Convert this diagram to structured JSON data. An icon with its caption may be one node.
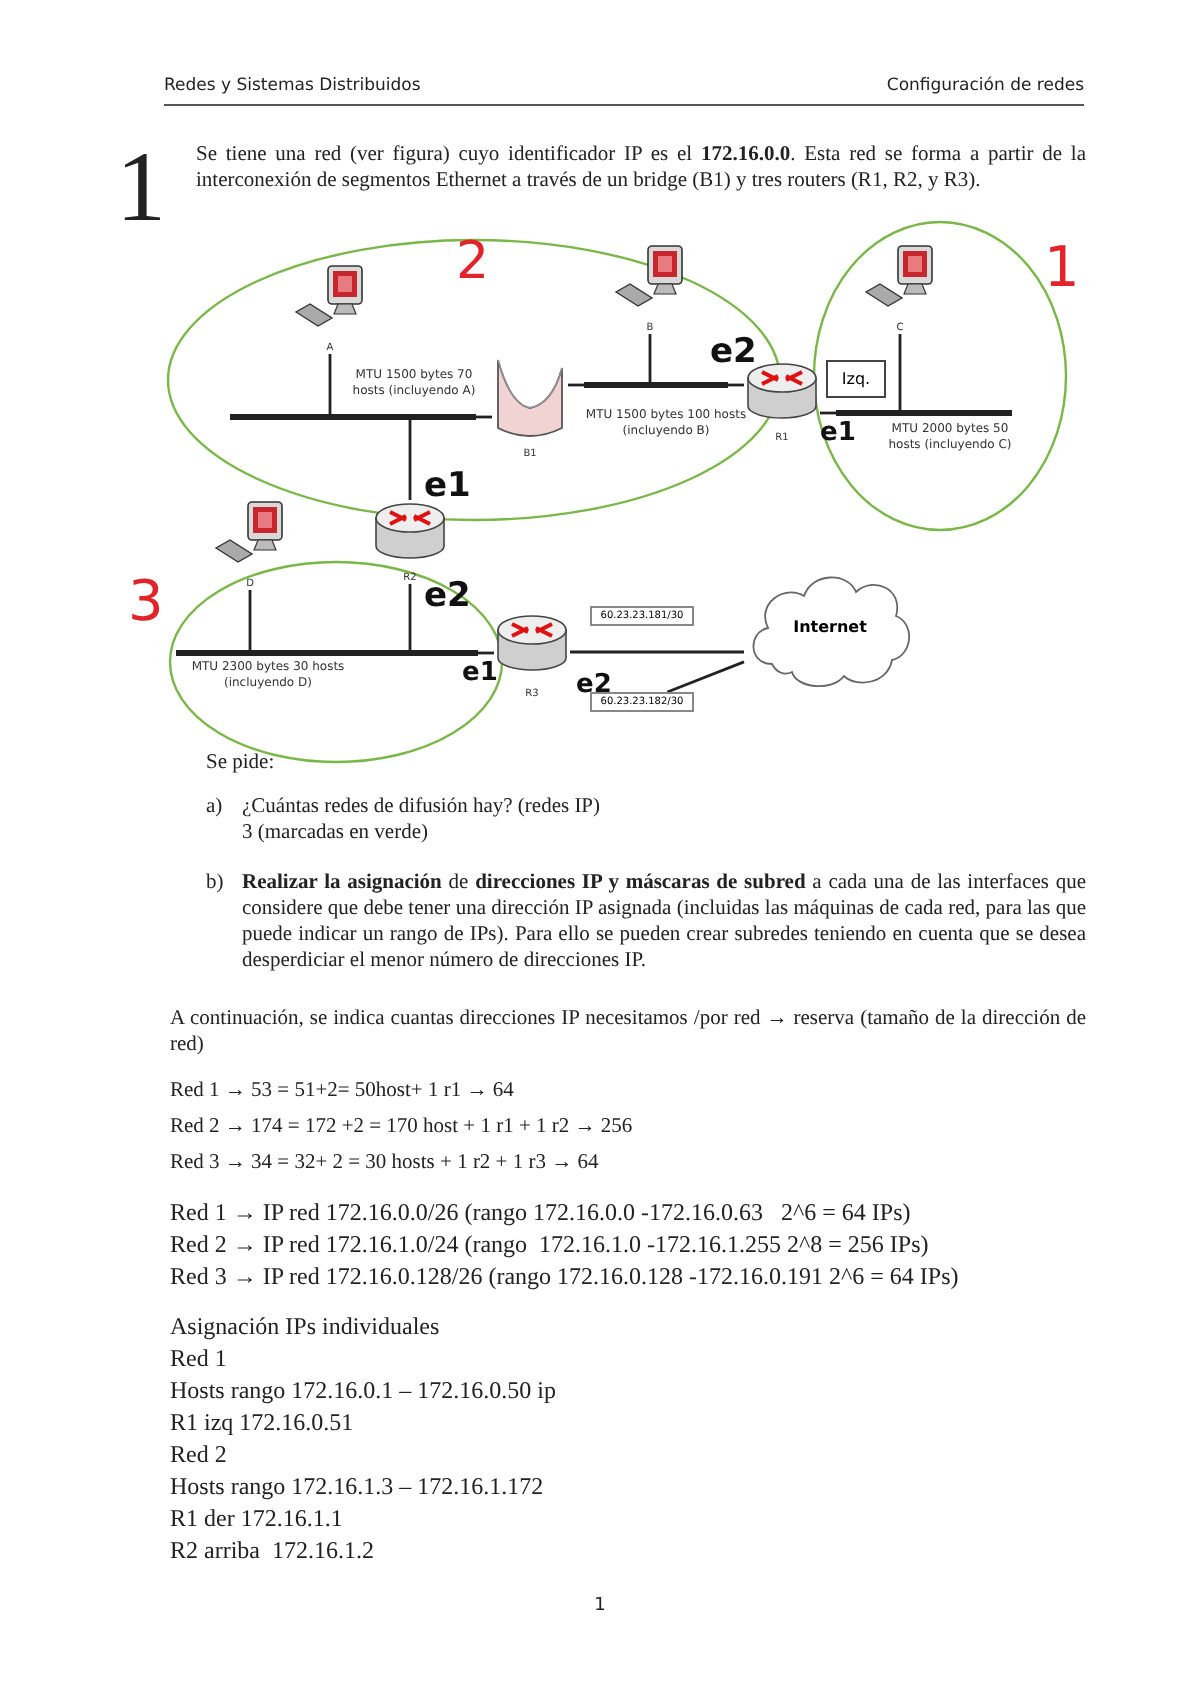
{
  "diagram": {
    "nodes": [
      {
        "text": [
          "A"
        ]
      },
      {
        "text": [
          "B"
        ]
      },
      {
        "text": [
          "C"
        ]
      },
      {
        "text": [
          "B1"
        ]
      },
      {
        "text": [
          "R1"
        ]
      },
      {
        "text": [
          "Izq."
        ]
      },
      {
        "text": [
          "R2"
        ]
      },
      {
        "text": [
          "D"
        ]
      },
      {
        "text": [
          "R3"
        ]
      },
      {
        "text": [
          "60.23.23.181/30"
        ]
      },
      {
        "text": [
          "Internet"
        ]
      },
      {
        "text": [
          "60.23.23.182/30"
        ]
      },
      {
        "text": [],
        "shape": "bar"
      },
      {
        "text": [],
        "shape": "bar"
      },
      {
        "text": [],
        "shape": "bar"
      },
      {
        "text": [],
        "shape": "bar"
      }
    ],
    "edges": [
      {
        "from": 0,
        "to": 12,
        "arrow": "none"
      },
      {
        "from": 6,
        "to": 12,
        "arrow": "none"
      },
      {
        "from": 3,
        "to": 12,
        "arrow": "none"
      },
      {
        "from": 3,
        "to": 13,
        "arrow": "none"
      },
      {
        "from": 1,
        "to": 13,
        "arrow": "none"
      },
      {
        "from": 4,
        "to": 13,
        "arrow": "none"
      },
      {
        "from": 4,
        "to": 14,
        "arrow": "none"
      },
      {
        "from": 2,
        "to": 14,
        "arrow": "none"
      },
      {
        "from": 7,
        "to": 15,
        "arrow": "none"
      },
      {
        "from": 6,
        "to": 15,
        "arrow": "none"
      },
      {
        "from": 8,
        "to": 15,
        "arrow": "none"
      },
      {
        "from": 8,
        "to": 10,
        "arrow": "none"
      },
      {
        "from": 11,
        "to": 10,
        "arrow": "none"
      }
    ],
    "labels": [
      "Redes y Sistemas Distribuidos",
      "Configuración de redes",
      "1",
      "Se tiene una red (ver figura) cuyo identificador IP es el **172.16.0.0**. Esta red se forma a partir de la interconexión de segmentos Ethernet a través de un bridge (B1) y tres routers (R1, R2, y R3).",
      "2",
      "1",
      "MTU 1500 bytes 70 hosts (incluyendo A)",
      "e2",
      "MTU 1500 bytes 100 hosts (incluyendo B)",
      "e1",
      "MTU 2000 bytes 50 hosts (incluyendo C)",
      "e1",
      "3",
      "e2",
      "e1",
      "e2",
      "MTU 2300 bytes 30 hosts (incluyendo D)",
      "Se pide:",
      "a)",
      "¿Cuántas redes de difusión hay? (redes IP)",
      "3 (marcadas en verde)",
      "b)",
      "**Realizar la asignación** de **direcciones IP y máscaras de subred** a cada una de las interfaces que considere que debe tener una dirección IP asignada (incluidas las máquinas de cada red, para las que puede indicar un rango de IPs). Para ello se pueden crear subredes teniendo en cuenta que se desea desperdiciar el menor número de direcciones IP.",
      "A continuación, se indica cuantas direcciones IP necesitamos /por red → reserva (tamaño de la dirección de red)",
      "Red 1 → 53 = 51+2= 50host+ 1 r1 → 64",
      "Red 2 → 174 = 172 +2 = 170 host + 1 r1 + 1 r2 → 256",
      "Red 3 → 34 = 32+ 2 = 30 hosts + 1 r2 + 1 r3 → 64",
      "Red 1 → IP red 172.16.0.0/26 (rango 172.16.0.0 -172.16.0.63   2^6 = 64 IPs)",
      "Red 2 → IP red 172.16.1.0/24 (rango  172.16.1.0 -172.16.1.255 2^8 = 256 IPs)",
      "Red 3 → IP red 172.16.0.128/26 (rango 172.16.0.128 -172.16.0.191 2^6 = 64 IPs)",
      "Asignación IPs individuales",
      "Red 1",
      "Hosts rango 172.16.0.1 – 172.16.0.50 ip",
      "R1 izq 172.16.0.51",
      "Red 2",
      "Hosts rango 172.16.1.3 – 172.16.1.172",
      "R1 der 172.16.1.1",
      "R2 arriba  172.16.1.2",
      "1"
    ]
  }
}
